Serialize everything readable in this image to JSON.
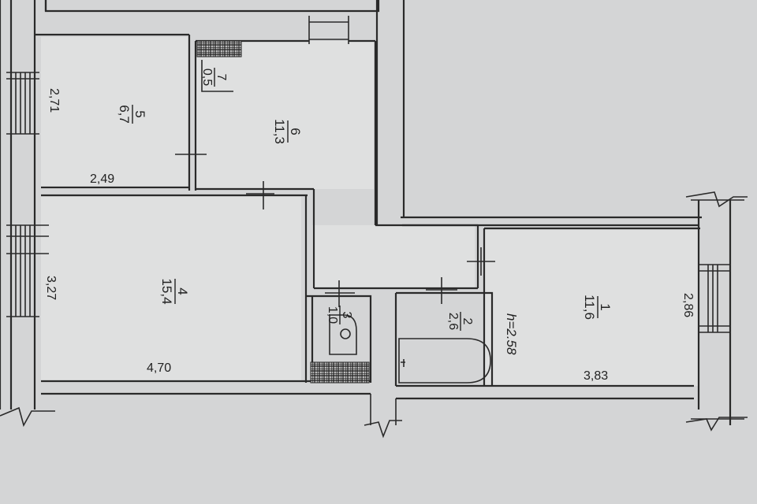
{
  "floor_plan": {
    "rooms": [
      {
        "number": "1",
        "area": "11,6"
      },
      {
        "number": "2",
        "area": "2,6"
      },
      {
        "number": "3",
        "area": "1,0"
      },
      {
        "number": "4",
        "area": "15,4"
      },
      {
        "number": "5",
        "area": "6,7"
      },
      {
        "number": "6",
        "area": "11,3"
      },
      {
        "number": "7",
        "area": "0,5"
      }
    ],
    "dimensions": {
      "room1_width": "3,83",
      "room1_depth": "2,86",
      "room4_width": "4,70",
      "room4_depth": "3,27",
      "room5_width": "2,49",
      "room5_depth": "2,71"
    },
    "ceiling_height": "h=2.58"
  }
}
